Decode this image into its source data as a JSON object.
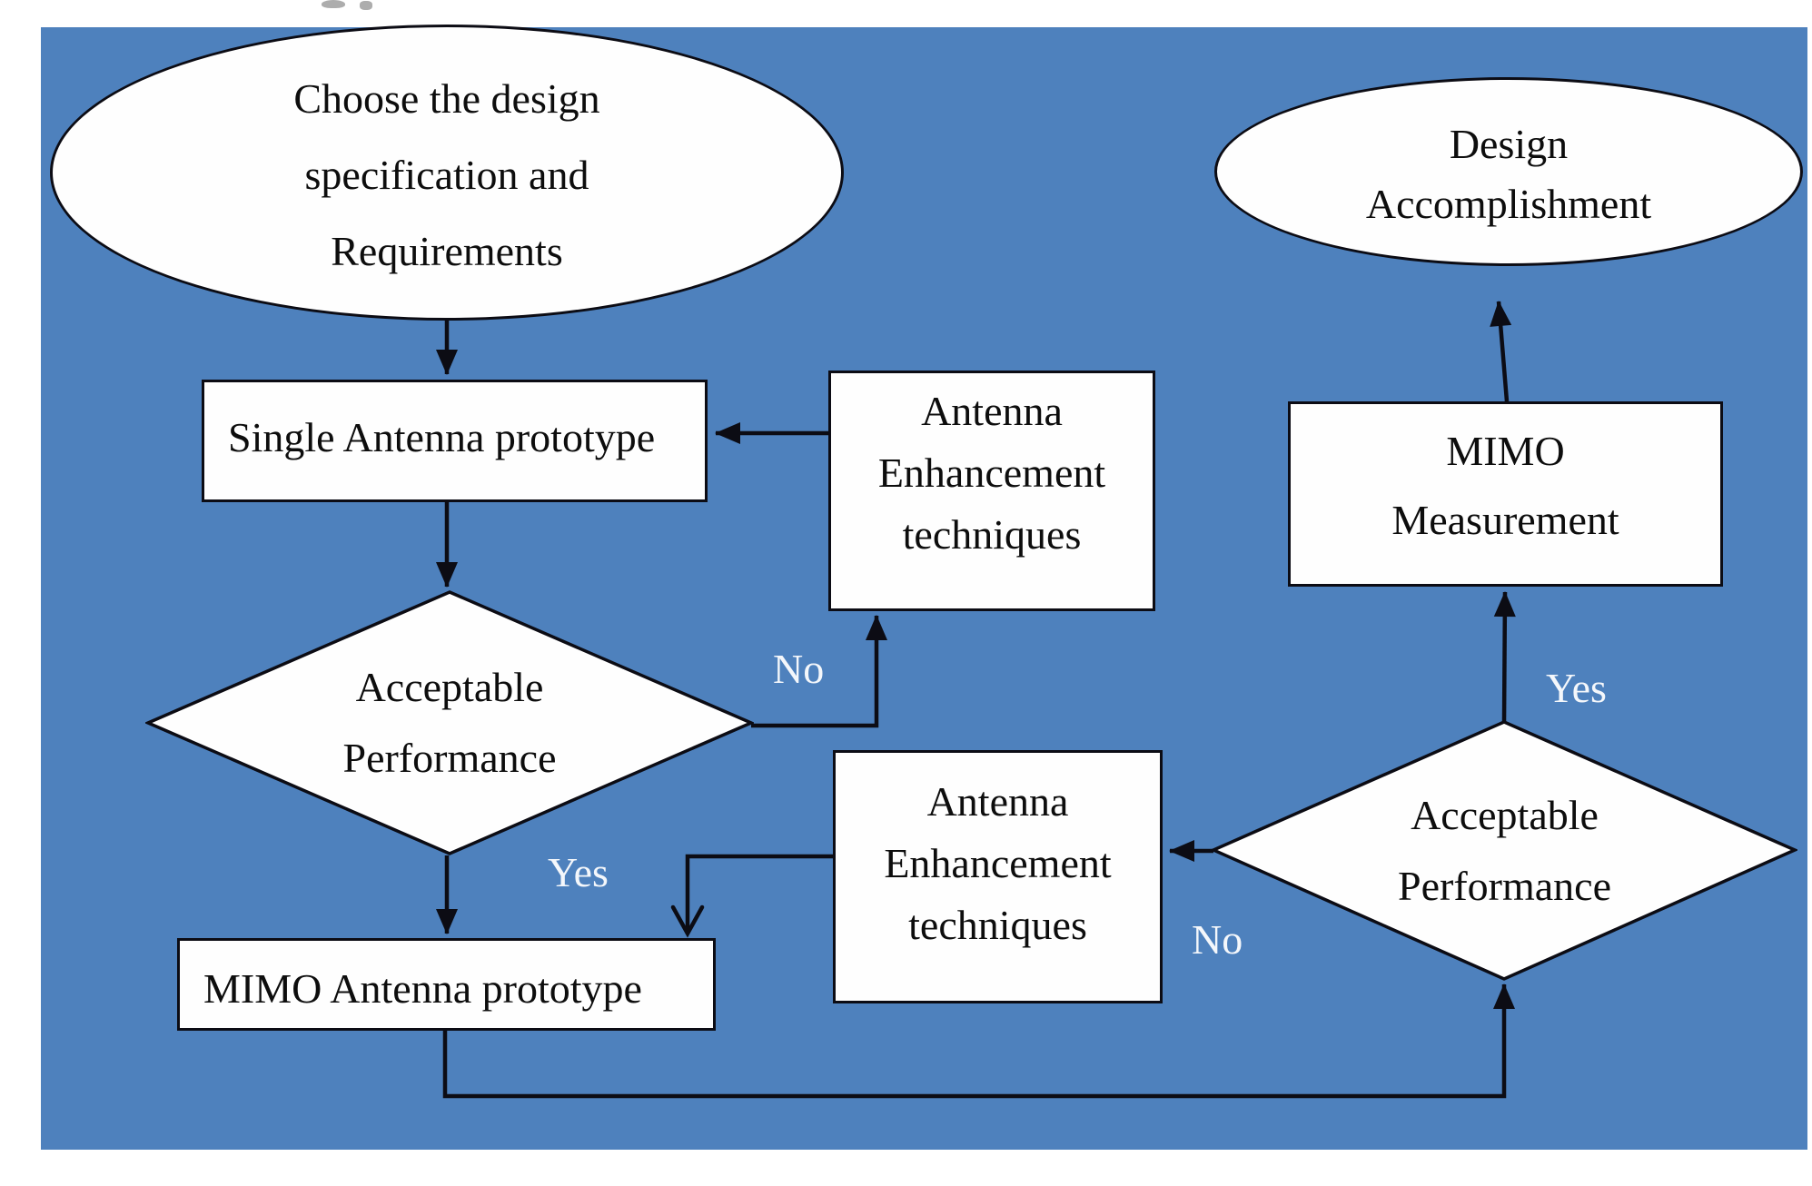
{
  "page": {
    "canvas_color": "#4e81bd",
    "shape_fill": "#fefefe",
    "line_color": "#0c0c14",
    "edge_label_color": "#f4f7fb"
  },
  "nodes": {
    "start": {
      "shape": "ellipse",
      "lines": [
        "Choose the design",
        "specification and",
        "Requirements"
      ]
    },
    "single_prototype": {
      "shape": "rectangle",
      "label": "Single Antenna prototype"
    },
    "enhancement_top": {
      "shape": "rectangle",
      "lines": [
        "Antenna",
        "Enhancement",
        "techniques"
      ]
    },
    "decision_single": {
      "shape": "diamond",
      "lines": [
        "Acceptable",
        "Performance"
      ]
    },
    "mimo_prototype": {
      "shape": "rectangle",
      "label": "MIMO Antenna prototype"
    },
    "enhancement_mid": {
      "shape": "rectangle",
      "lines": [
        "Antenna",
        "Enhancement",
        "techniques"
      ]
    },
    "decision_mimo": {
      "shape": "diamond",
      "lines": [
        "Acceptable",
        "Performance"
      ]
    },
    "mimo_measurement": {
      "shape": "rectangle",
      "lines": [
        "MIMO",
        "Measurement"
      ]
    },
    "end": {
      "shape": "ellipse",
      "lines": [
        "Design",
        "Accomplishment"
      ]
    }
  },
  "edge_labels": {
    "decision_single_no": "No",
    "decision_single_yes": "Yes",
    "decision_mimo_no": "No",
    "decision_mimo_yes": "Yes"
  }
}
